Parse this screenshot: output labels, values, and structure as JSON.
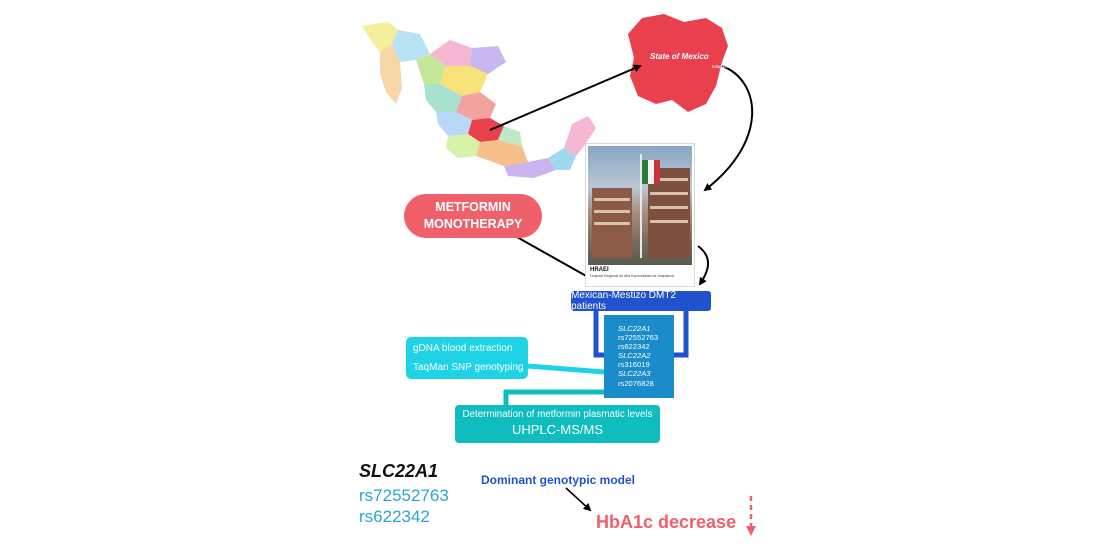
{
  "map": {
    "state_label": "State of Mexico",
    "city_label": "Ixtapaluca",
    "state_color": "#e8404c"
  },
  "hospital": {
    "caption_title": "HRAEI",
    "caption_subtitle": "Hospital Regional de Alta Especialidad de Ixtapaluca"
  },
  "treatment": {
    "label_line1": "METFORMIN",
    "label_line2": "MONOTHERAPY",
    "color": "#f0606a"
  },
  "patients": {
    "label": "Mexican-Mestizo DMT2 patients",
    "color": "#1f52cc"
  },
  "snp_box": {
    "gene1": "SLC22A1",
    "g1_snp1": "rs72552763",
    "g1_snp2": "rs622342",
    "gene2": "SLC22A2",
    "g2_snp1": "rs316019",
    "gene3": "SLC22A3",
    "g3_snp1": "rs2076828"
  },
  "lab": {
    "line1": "gDNA blood extraction",
    "line2": "TaqMan SNP genotyping"
  },
  "plasma": {
    "line1": "Determination of metformin plasmatic levels",
    "line2": "UHPLC-MS/MS"
  },
  "result": {
    "gene": "SLC22A1",
    "snp1": "rs72552763",
    "snp2": "rs622342",
    "model": "Dominant genotypic model",
    "outcome": "HbA1c decrease"
  }
}
